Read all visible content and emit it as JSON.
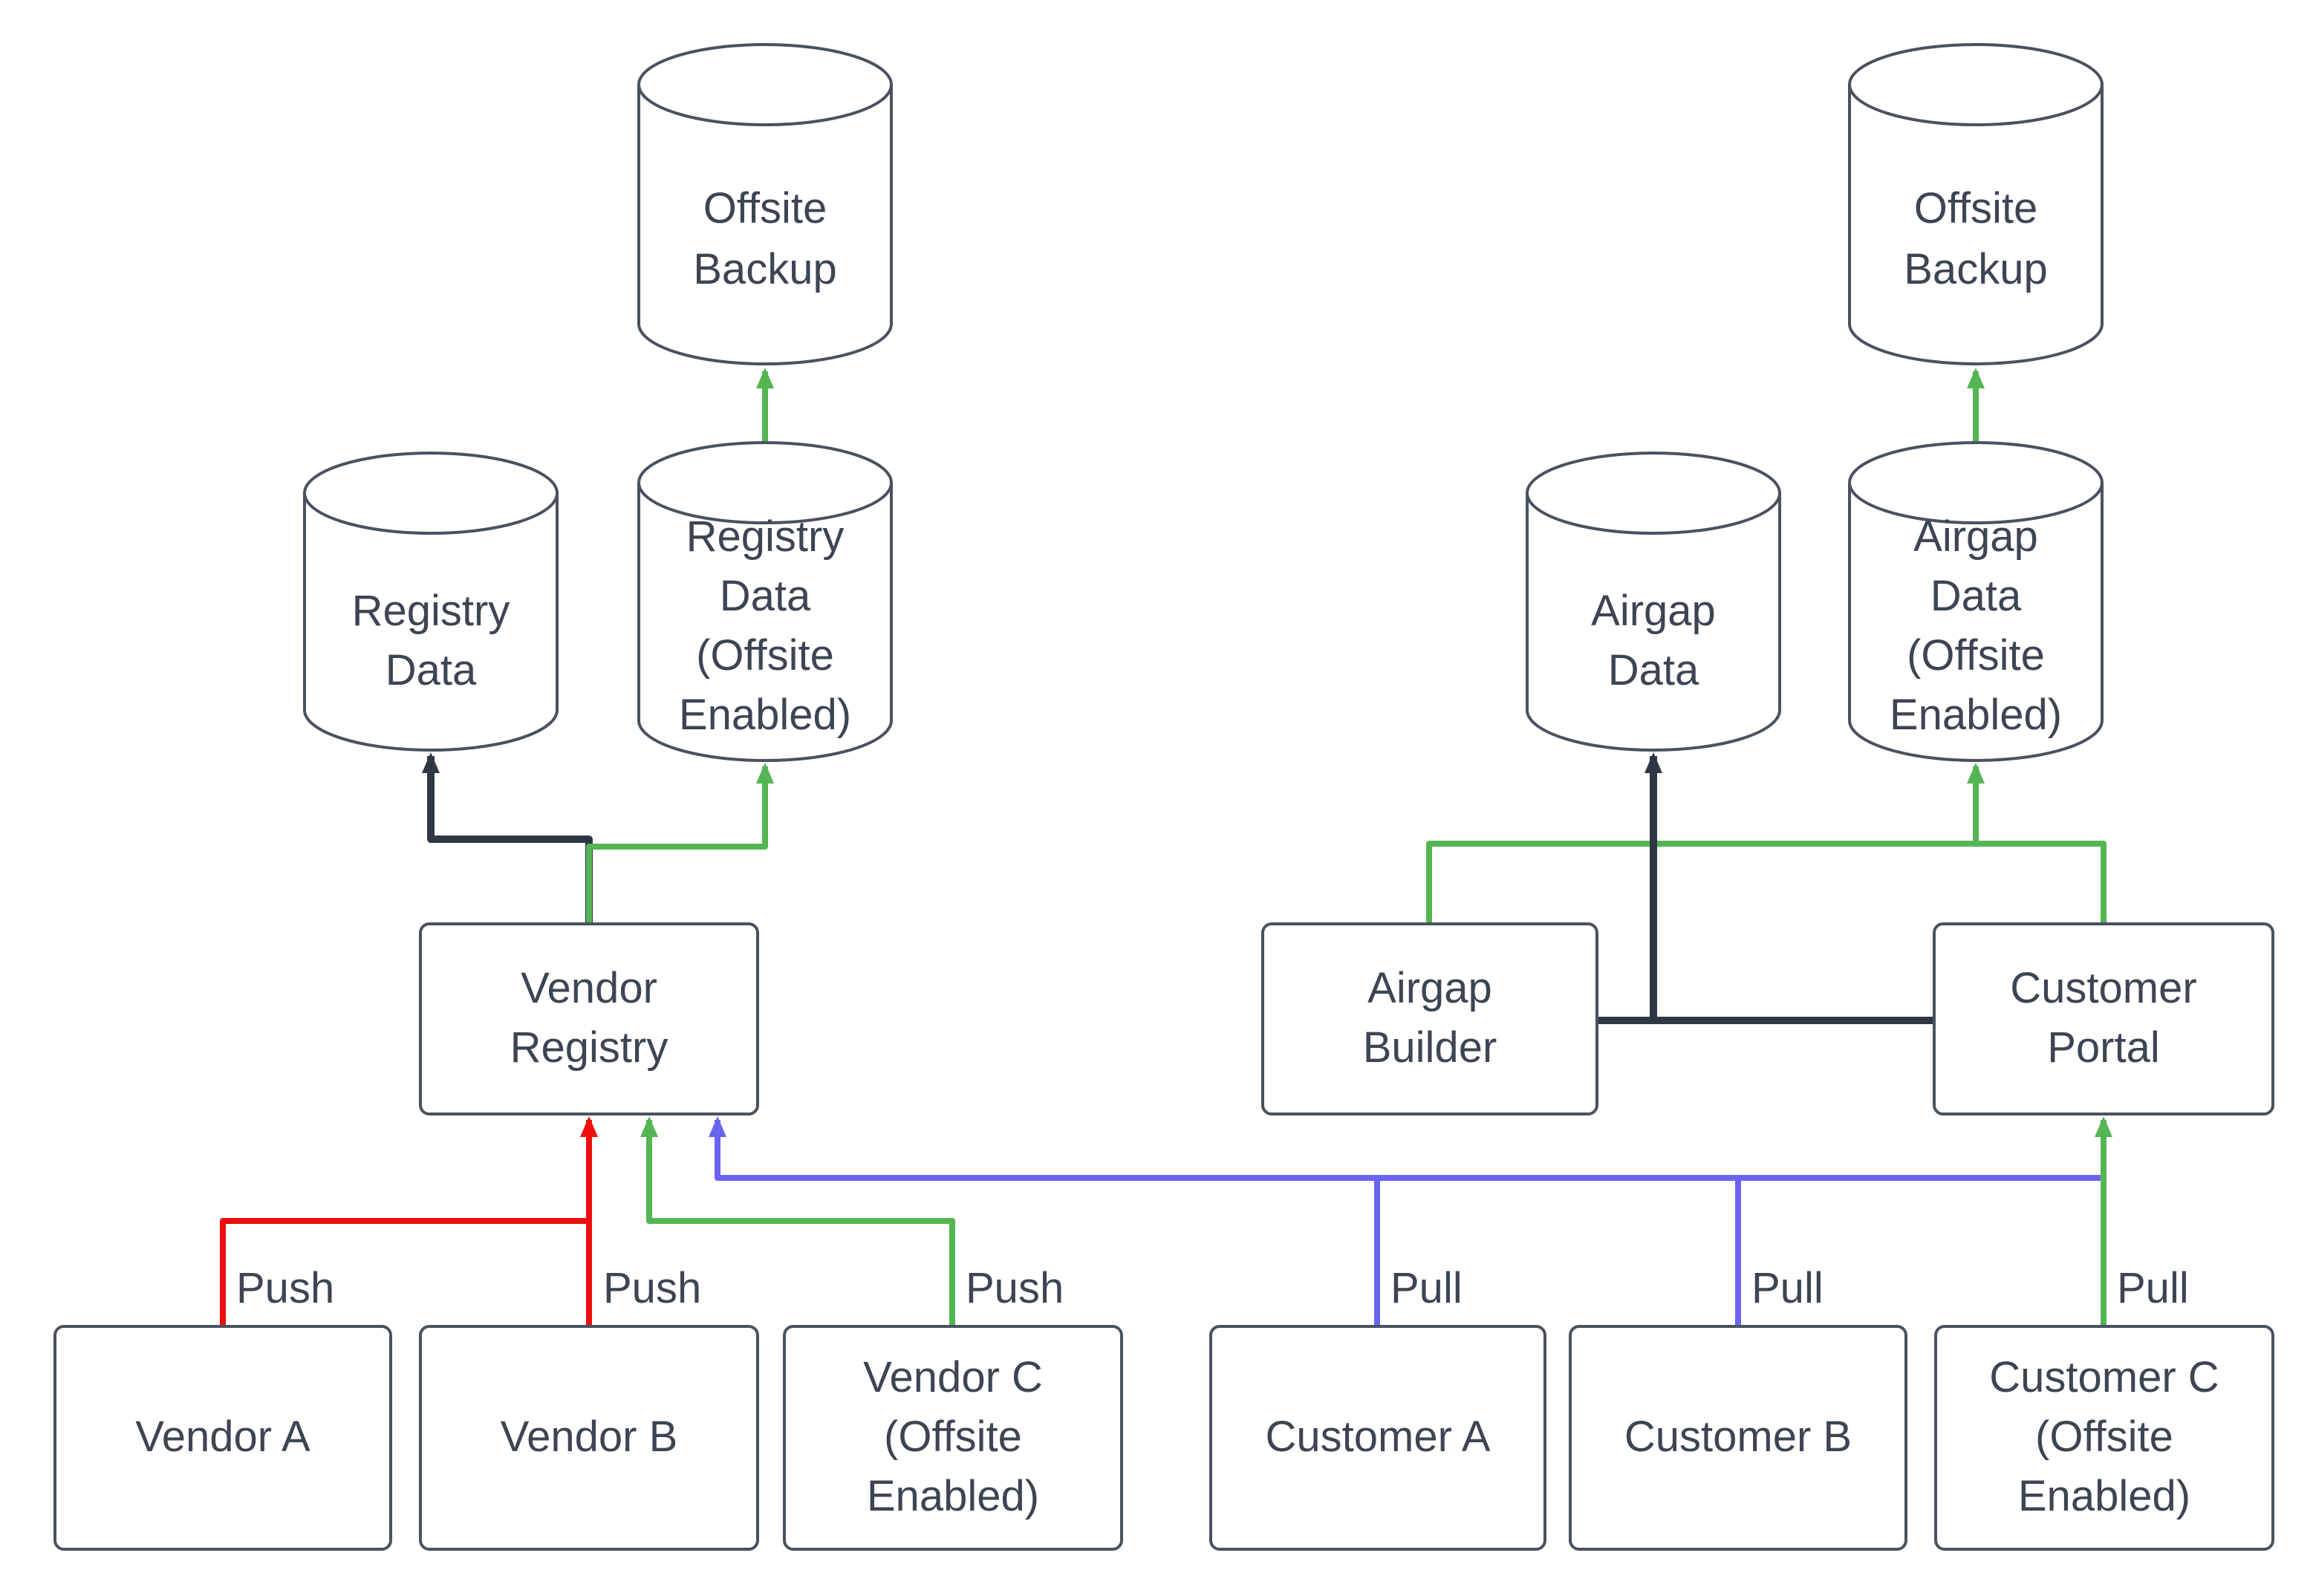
{
  "diagram": {
    "nodes": {
      "offsite_backup_left": {
        "label": "Offsite\nBackup",
        "shape": "cylinder"
      },
      "registry_data": {
        "label": "Registry\nData",
        "shape": "cylinder"
      },
      "registry_data_offsite": {
        "label": "Registry\nData\n(Offsite\nEnabled)",
        "shape": "cylinder"
      },
      "vendor_registry": {
        "label": "Vendor\nRegistry",
        "shape": "rect"
      },
      "vendor_a": {
        "label": "Vendor A",
        "shape": "rect"
      },
      "vendor_b": {
        "label": "Vendor B",
        "shape": "rect"
      },
      "vendor_c": {
        "label": "Vendor C\n(Offsite\nEnabled)",
        "shape": "rect"
      },
      "offsite_backup_right": {
        "label": "Offsite\nBackup",
        "shape": "cylinder"
      },
      "airgap_data": {
        "label": "Airgap\nData",
        "shape": "cylinder"
      },
      "airgap_data_offsite": {
        "label": "Airgap\nData\n(Offsite\nEnabled)",
        "shape": "cylinder"
      },
      "airgap_builder": {
        "label": "Airgap\nBuilder",
        "shape": "rect"
      },
      "customer_portal": {
        "label": "Customer\nPortal",
        "shape": "rect"
      },
      "customer_a": {
        "label": "Customer A",
        "shape": "rect"
      },
      "customer_b": {
        "label": "Customer B",
        "shape": "rect"
      },
      "customer_c": {
        "label": "Customer C\n(Offsite\nEnabled)",
        "shape": "rect"
      }
    },
    "edge_labels": {
      "vendor_a_push": "Push",
      "vendor_b_push": "Push",
      "vendor_c_push": "Push",
      "customer_a_pull": "Pull",
      "customer_b_pull": "Pull",
      "customer_c_pull": "Pull"
    },
    "edges": [
      {
        "from": "vendor_a",
        "to": "vendor_registry",
        "label": "Push",
        "color": "red"
      },
      {
        "from": "vendor_b",
        "to": "vendor_registry",
        "label": "Push",
        "color": "red"
      },
      {
        "from": "vendor_c",
        "to": "vendor_registry",
        "label": "Push",
        "color": "green"
      },
      {
        "from": "customer_a",
        "to": "vendor_registry",
        "label": "Pull",
        "color": "blue"
      },
      {
        "from": "customer_b",
        "to": "vendor_registry",
        "label": "Pull",
        "color": "blue"
      },
      {
        "from": "customer_c",
        "to": "customer_portal",
        "label": "Pull",
        "color": "green"
      },
      {
        "from": "vendor_registry",
        "to": "registry_data",
        "color": "dark"
      },
      {
        "from": "vendor_registry",
        "to": "registry_data_offsite",
        "color": "green"
      },
      {
        "from": "registry_data_offsite",
        "to": "offsite_backup_left",
        "color": "green"
      },
      {
        "from": "airgap_builder",
        "to": "customer_portal",
        "color": "dark"
      },
      {
        "from": "airgap_builder",
        "to": "airgap_data",
        "color": "dark"
      },
      {
        "from": "customer_portal",
        "to": "airgap_builder",
        "color": "green"
      },
      {
        "from": "customer_portal",
        "to": "airgap_data_offsite",
        "color": "green"
      },
      {
        "from": "airgap_data_offsite",
        "to": "offsite_backup_right",
        "color": "green"
      }
    ],
    "colors": {
      "dark_arrow": "#2e3844",
      "push_red": "#ee0d0d",
      "green": "#54b552",
      "pull_blue": "#6a64f2",
      "node_stroke": "#4a5160",
      "text": "#3d4554",
      "background": "#ffffff"
    }
  }
}
